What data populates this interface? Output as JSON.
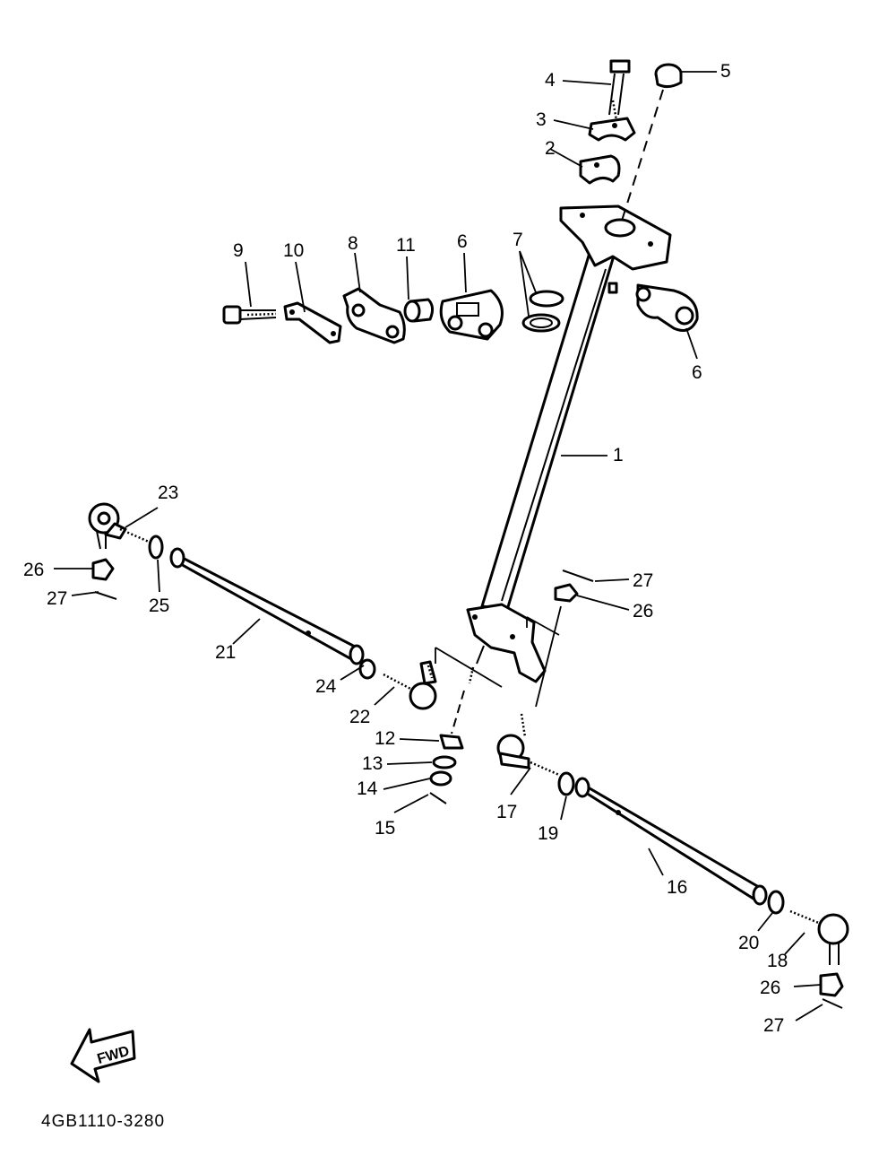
{
  "diagram": {
    "part_code": "4GB1110-3280",
    "direction_arrow": "FWD",
    "callouts": {
      "c1": "1",
      "c2": "2",
      "c3": "3",
      "c4": "4",
      "c5": "5",
      "c6a": "6",
      "c6b": "6",
      "c7": "7",
      "c8": "8",
      "c9": "9",
      "c10": "10",
      "c11": "11",
      "c12": "12",
      "c13": "13",
      "c14": "14",
      "c15": "15",
      "c16": "16",
      "c17": "17",
      "c18": "18",
      "c19": "19",
      "c20": "20",
      "c21": "21",
      "c22": "22",
      "c23": "23",
      "c24": "24",
      "c25": "25",
      "c26a": "26",
      "c26b": "26",
      "c26c": "26",
      "c27a": "27",
      "c27b": "27",
      "c27c": "27"
    }
  }
}
